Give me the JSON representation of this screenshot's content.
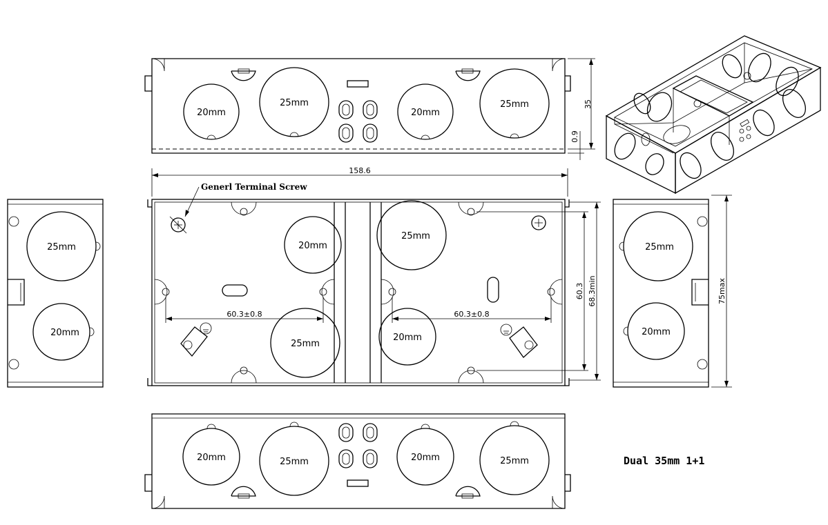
{
  "knockouts": {
    "small": "20mm",
    "large": "25mm"
  },
  "dimensions": {
    "height": "35",
    "lip": "0.9",
    "overall_length": "158.6",
    "fixing_centres": "60.3±0.8",
    "vertical_centres": "60.3",
    "min_depth": "68.3min",
    "max_height": "75max"
  },
  "annotations": {
    "screw": "Generl Terminal Screw"
  },
  "title": "Dual 35mm 1+1"
}
